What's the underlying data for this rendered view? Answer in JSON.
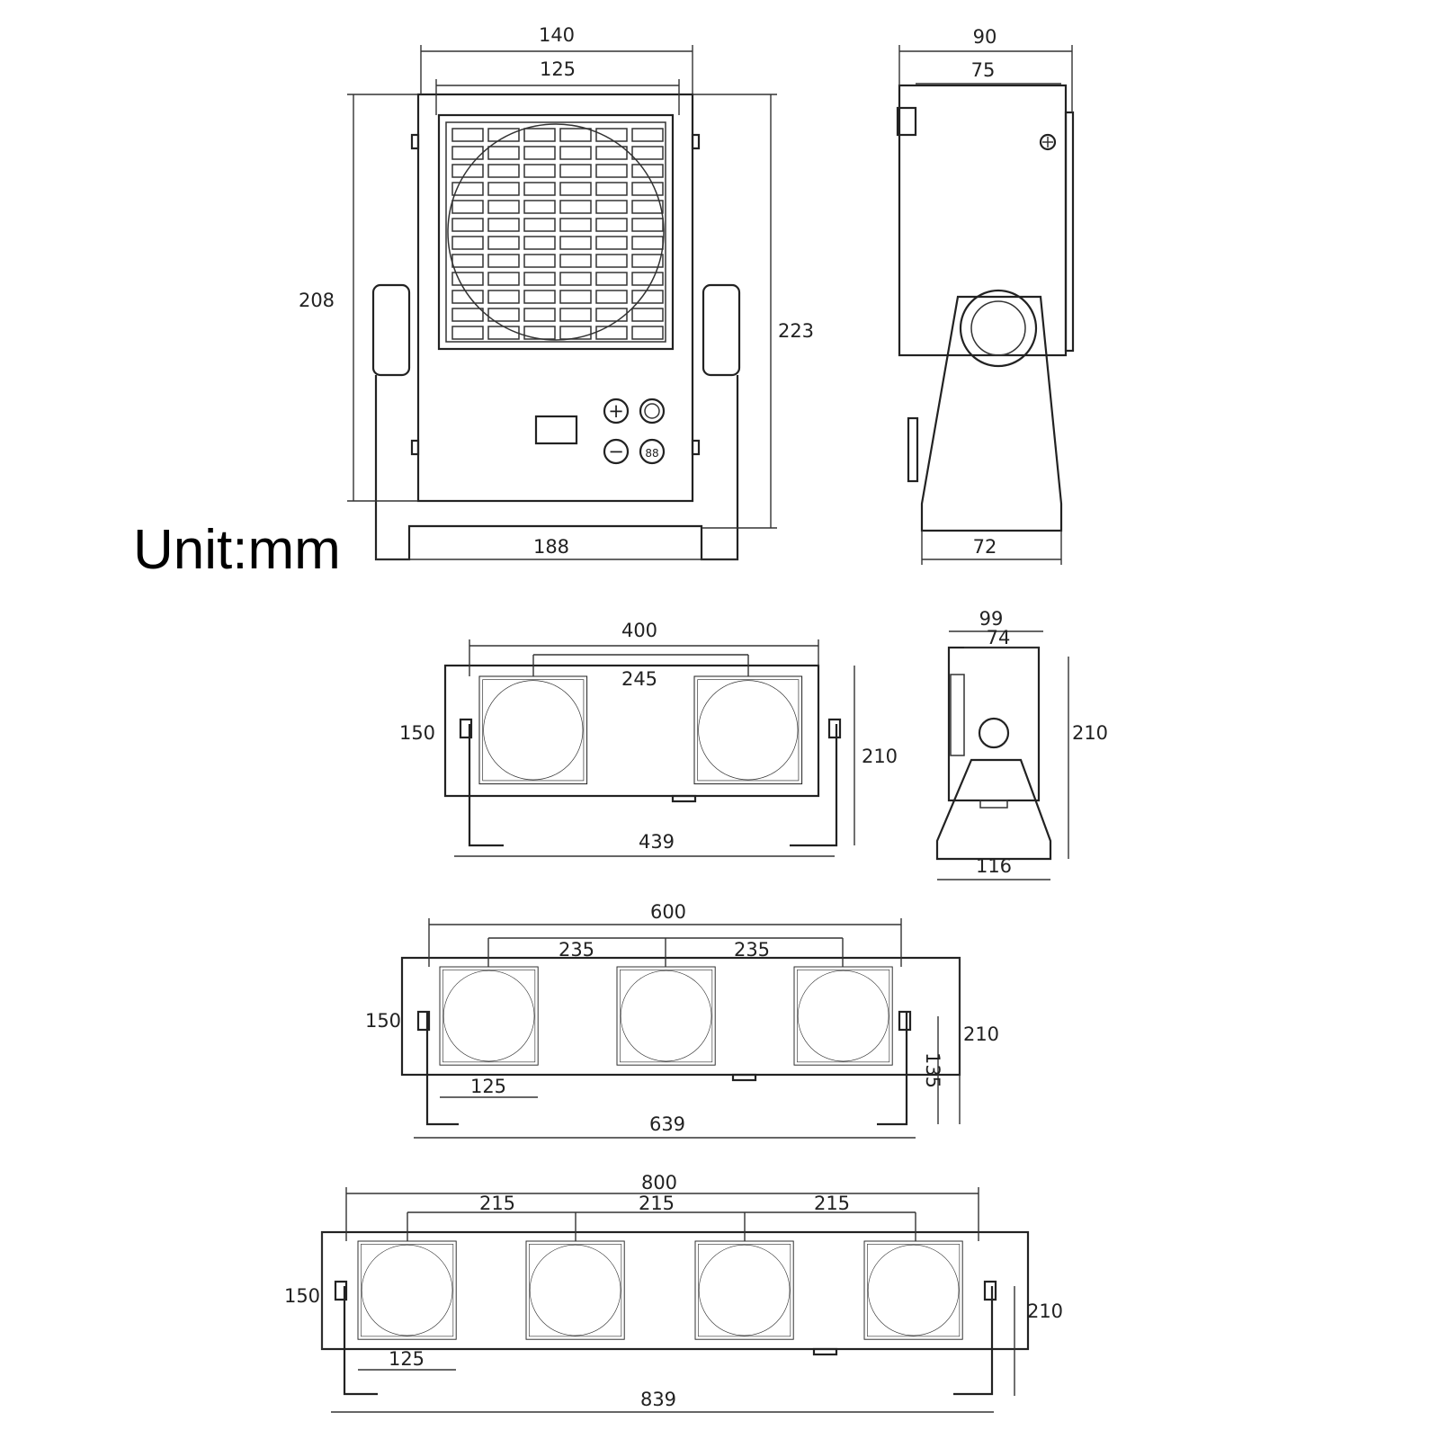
{
  "unit_label": "Unit:mm",
  "views": {
    "single_front": {
      "width_outer": "140",
      "width_inner": "125",
      "height_left": "208",
      "height_right": "223",
      "base_width": "188"
    },
    "single_side": {
      "depth_outer": "90",
      "depth_inner": "75",
      "base_depth": "72"
    },
    "dual_front": {
      "length": "400",
      "pitch": "245",
      "height_left": "150",
      "height_right": "210",
      "base_width": "439"
    },
    "dual_side": {
      "depth_outer": "99",
      "depth_inner": "74",
      "height": "210",
      "base_depth": "116"
    },
    "triple_front": {
      "length": "600",
      "pitch_1": "235",
      "pitch_2": "235",
      "height_left": "150",
      "height_right": "210",
      "bracket_height": "135",
      "grille_width": "125",
      "base_width": "639"
    },
    "quad_front": {
      "length": "800",
      "pitch_1": "215",
      "pitch_2": "215",
      "pitch_3": "215",
      "height_left": "150",
      "height_right": "210",
      "grille_width": "125",
      "base_width": "839"
    }
  }
}
